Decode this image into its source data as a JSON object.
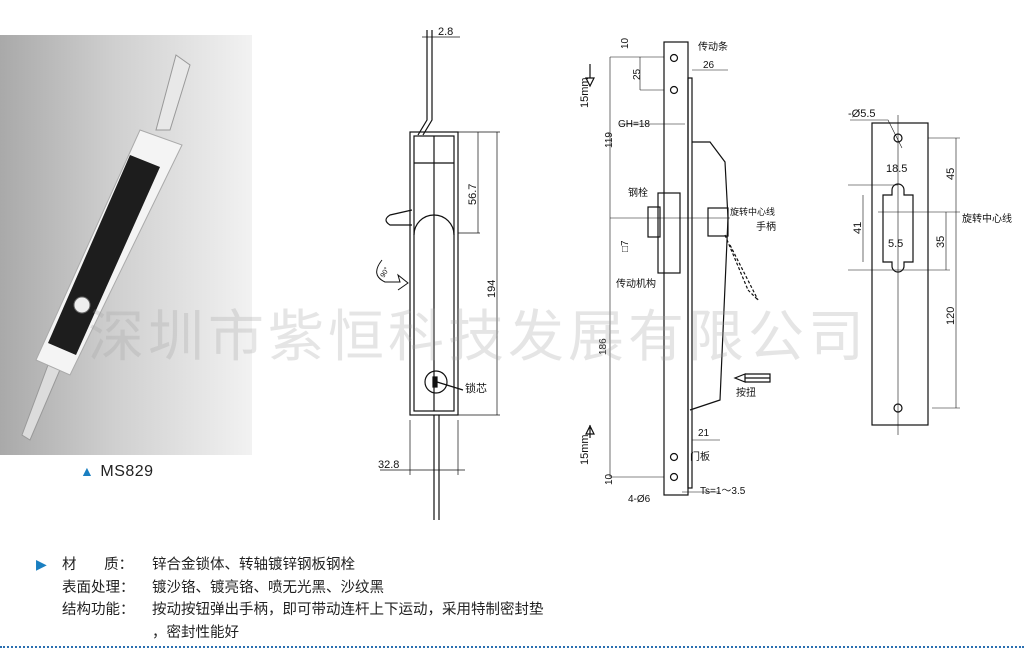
{
  "product": {
    "model": "MS829",
    "marker_icon": "blue-triangle",
    "accent_color": "#1a7fc1"
  },
  "drawings": {
    "front": {
      "dim_top": "2.8",
      "dim_upper": "56.7",
      "dim_height": "194",
      "dim_width": "32.8",
      "label_core": "锁芯",
      "rotation": "90°"
    },
    "side": {
      "label_bar": "传动条",
      "dim_10_top": "10",
      "dim_25": "25",
      "dim_26": "26",
      "travel_top": "15mm",
      "gh": "GH=18",
      "dim_119": "119",
      "label_bolt": "钢栓",
      "dim_7": "□7",
      "label_center": "旋转中心线",
      "label_handle": "手柄",
      "label_mechanism": "传动机构",
      "dim_186": "186",
      "label_button": "按扭",
      "dim_21": "21",
      "label_door": "门板",
      "travel_bottom": "15mm",
      "dim_10_bottom": "10",
      "holes": "4-Ø6",
      "ts": "Ts=1～3.5"
    },
    "cutout": {
      "hole": "-Ø5.5",
      "dim_18_5": "18.5",
      "dim_45": "45",
      "label_center": "旋转中心线",
      "dim_41": "41",
      "dim_35": "35",
      "dim_5_5": "5.5",
      "dim_120": "120"
    }
  },
  "watermark": "深圳市紫恒科技发展有限公司",
  "specs": [
    {
      "label": "材      质：",
      "value": "锌合金锁体、转轴镀锌钢板钢栓"
    },
    {
      "label": "表面处理：",
      "value": "镀沙铬、镀亮铬、喷无光黑、沙纹黑"
    },
    {
      "label": "结构功能：",
      "value": "按动按钮弹出手柄，即可带动连杆上下运动，采用特制密封垫"
    },
    {
      "label": "",
      "value": "，密封性能好"
    }
  ]
}
